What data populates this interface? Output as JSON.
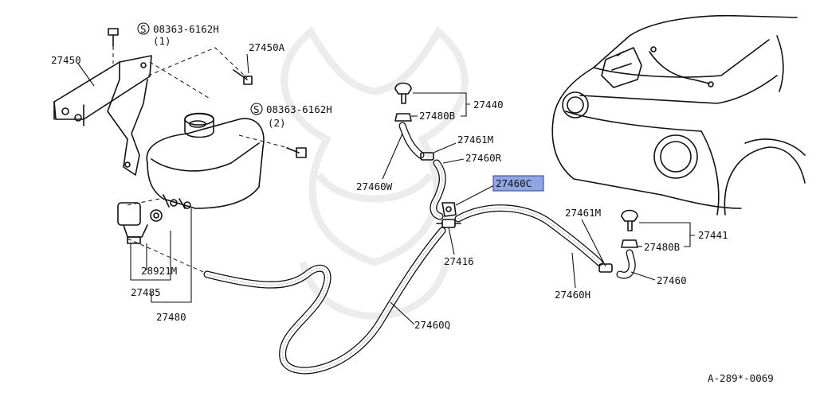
{
  "diagram": {
    "code": "A-289*-0069",
    "screws": [
      {
        "symbol": "S",
        "part": "08363-6162H",
        "qty": "(1)"
      },
      {
        "symbol": "S",
        "part": "08363-6162H",
        "qty": "(2)"
      }
    ],
    "labels": {
      "p27450": "27450",
      "p27450A": "27450A",
      "p27440": "27440",
      "p27480B_top": "27480B",
      "p27461M_top": "27461M",
      "p27460R": "27460R",
      "p27460W": "27460W",
      "p27460C": "27460C",
      "p27416": "27416",
      "p27461M_right": "27461M",
      "p27441": "27441",
      "p27480B_right": "27480B",
      "p27460": "27460",
      "p27460H": "27460H",
      "p27460Q": "27460Q",
      "p28921M": "28921M",
      "p27485": "27485",
      "p27480": "27480"
    },
    "colors": {
      "line": "#111111",
      "highlight_fill": "#8fa6e0",
      "highlight_border": "#2b3fa8",
      "watermark": "#ececec"
    }
  }
}
